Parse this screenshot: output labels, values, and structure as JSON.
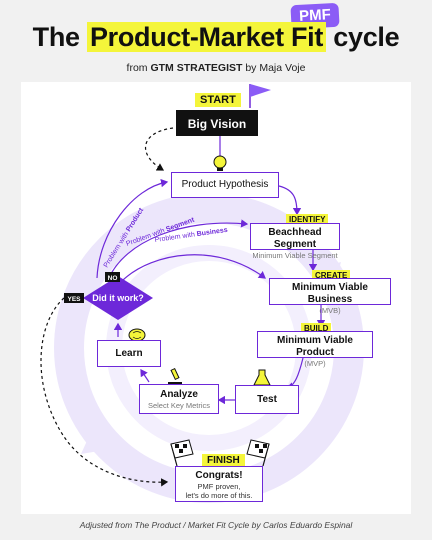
{
  "header": {
    "title_prefix": "The",
    "title_highlight": "Product-Market Fit",
    "title_suffix": "cycle",
    "badge": "PMF",
    "byline_prefix": "from",
    "byline_brand": "GTM STRATEGIST",
    "byline_suffix": "by Maja Voje"
  },
  "diagram": {
    "start": "START",
    "big_vision": "Big Vision",
    "product_hypothesis": "Product Hypothesis",
    "identify_tag": "IDENTIFY",
    "beachhead_title": "Beachhead Segment",
    "beachhead_sub": "Minimum Viable Segment",
    "create_tag": "CREATE",
    "mvb_title": "Minimum Viable Business",
    "mvb_sub": "(MVB)",
    "build_tag": "BUILD",
    "mvp_title": "Minimum Viable Product",
    "mvp_sub": "(MVP)",
    "test": "Test",
    "analyze_title": "Analyze",
    "analyze_sub": "Select Key Metrics",
    "learn": "Learn",
    "did_it_work": "Did it work?",
    "no_label": "NO",
    "yes_label": "YES",
    "problem_product_prefix": "Problem with",
    "problem_product": "Product",
    "problem_segment_prefix": "Problem with",
    "problem_segment": "Segment",
    "problem_business_prefix": "Problem with",
    "problem_business": "Business",
    "finish": "FINISH",
    "congrats": "Congrats!",
    "congrats_line1": "PMF proven,",
    "congrats_line2": "let's do more of this."
  },
  "footer": {
    "caption": "Adjusted from The Product / Market Fit Cycle by Carlos Eduardo Espinal"
  },
  "colors": {
    "accent_purple": "#6d28d9",
    "badge_purple": "#8b5cf6",
    "highlight_yellow": "#f4f53a",
    "ring_lavender": "#ece6fb"
  }
}
